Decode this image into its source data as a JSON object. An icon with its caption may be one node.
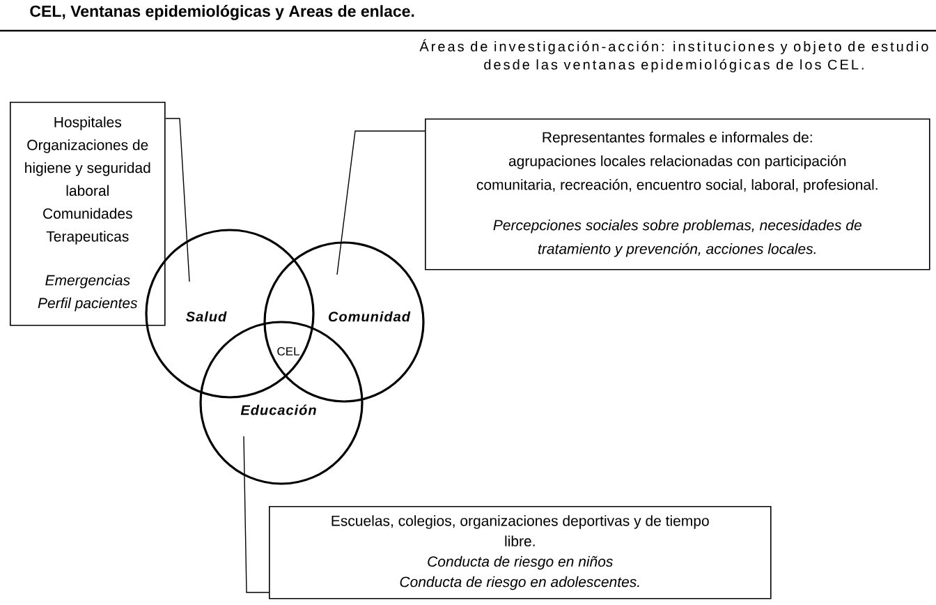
{
  "diagram": {
    "title": "CEL, Ventanas epidemiológicas y Areas de enlace.",
    "nodes": [
      {
        "text": [
          "Hospitales",
          "Organizaciones de higiene y seguridad laboral",
          "Comunidades Terapeuticas",
          "Emergencias",
          "Perfil pacientes"
        ]
      },
      {
        "text": [
          "Representantes formales e informales de:",
          "agrupaciones locales relacionadas con participación comunitaria, recreación, encuentro social, laboral, profesional.",
          "Percepciones sociales sobre problemas, necesidades de tratamiento y prevención, acciones locales."
        ]
      },
      {
        "text": [
          "Salud"
        ]
      },
      {
        "text": [
          "Comunidad"
        ]
      },
      {
        "text": [
          "Educación"
        ]
      },
      {
        "text": [
          "Escuelas, colegios, organizaciones deportivas y de tiempo libre.",
          "Conducta de riesgo en niños",
          "Conducta de riesgo en adolescentes."
        ]
      }
    ],
    "edges": [
      {
        "from": 0,
        "to": 2,
        "arrow": "none"
      },
      {
        "from": 1,
        "to": 3,
        "arrow": "none"
      },
      {
        "from": 5,
        "to": 4,
        "arrow": "none"
      }
    ],
    "labels": [
      "Áreas de investigación-acción: instituciones y objeto de estudio desde las ventanas epidemiológicas de los CEL.",
      "CEL"
    ]
  }
}
